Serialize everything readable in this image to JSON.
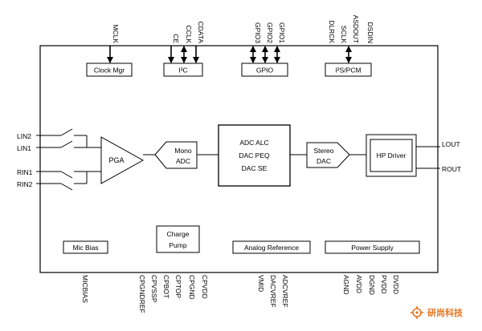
{
  "top_pins": {
    "mclk": "MCLK",
    "ce": "CE",
    "cclk": "CCLK",
    "cdata": "CDATA",
    "gpio3": "GPIO3",
    "gpio2": "GPIO2",
    "gpio1": "GPIO1",
    "dlrck": "DLRCK",
    "sclk": "SCLK",
    "asdout": "ASDOUT",
    "dsdin": "DSDIN"
  },
  "top_blocks": {
    "clock_mgr": "Clock Mgr",
    "i2c": "I²C",
    "gpio": "GPIO",
    "i2s_pcm": "I²S/PCM"
  },
  "left_pins": {
    "lin2": "LIN2",
    "lin1": "LIN1",
    "rin1": "RIN1",
    "rin2": "RIN2"
  },
  "signal_path": {
    "pga": "PGA",
    "mono_adc_line1": "Mono",
    "mono_adc_line2": "ADC",
    "dsp_line1": "ADC ALC",
    "dsp_line2": "DAC PEQ",
    "dsp_line3": "DAC SE",
    "stereo_dac_line1": "Stereo",
    "stereo_dac_line2": "DAC",
    "hp_driver": "HP Driver"
  },
  "right_pins": {
    "lout": "LOUT",
    "rout": "ROUT"
  },
  "bottom_blocks": {
    "mic_bias": "Mic Bias",
    "charge_pump_line1": "Charge",
    "charge_pump_line2": "Pump",
    "analog_reference": "Analog Reference",
    "power_supply": "Power Supply"
  },
  "bottom_pins": {
    "micbias": "MICBIAS",
    "cpgndref": "CPGNDREF",
    "cpvssp": "CPVSSP",
    "cpbot": "CPBOT",
    "cptop": "CPTOP",
    "cpgnd": "CPGND",
    "cpvdd": "CPVDD",
    "vmid": "VMID",
    "dacvref": "DACVREF",
    "adcvref": "ADCVREF",
    "agnd": "AGND",
    "avdd": "AVDD",
    "dgnd": "DGND",
    "pvdd": "PVDD",
    "dvdd": "DVDD"
  },
  "watermark": "研尚科技"
}
